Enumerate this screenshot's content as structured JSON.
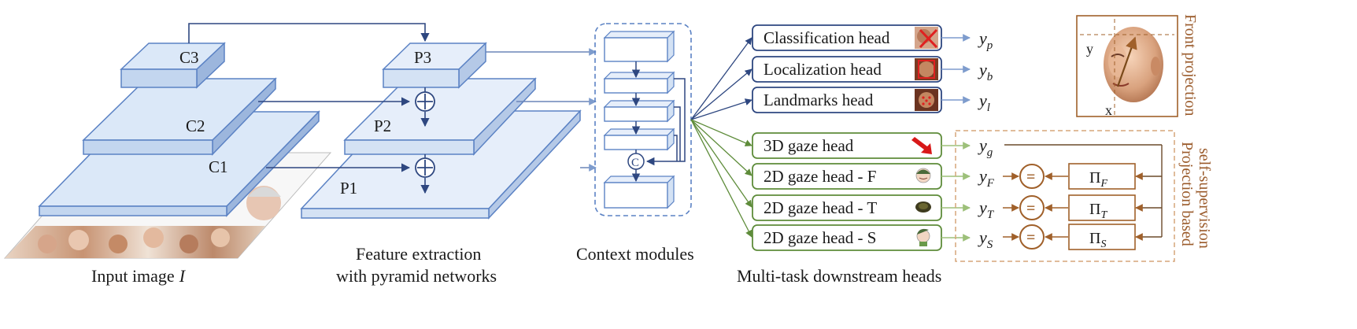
{
  "colors": {
    "blue_fill": "#dbe8f8",
    "blue_stroke": "#5b82c4",
    "blue_dark": "#2e4780",
    "green_stroke": "#5e8c3a",
    "brown_stroke": "#a0602a",
    "beige_dashed": "#d6a57a"
  },
  "backbone": {
    "c_labels": [
      "C1",
      "C2",
      "C3"
    ],
    "p_labels": [
      "P1",
      "P2",
      "P3"
    ]
  },
  "context": {
    "concat_label": "C"
  },
  "captions": {
    "input": "Input image",
    "input_var": "I",
    "feature_line1": "Feature extraction",
    "feature_line2": "with pyramid networks",
    "context": "Context modules",
    "heads": "Multi-task downstream heads"
  },
  "heads": {
    "blue": [
      {
        "label": "Classification head",
        "var": "y",
        "sub": "p"
      },
      {
        "label": "Localization head",
        "var": "y",
        "sub": "b"
      },
      {
        "label": "Landmarks head",
        "var": "y",
        "sub": "l"
      }
    ],
    "green": [
      {
        "label": "3D gaze head",
        "var": "y",
        "sub": "g",
        "icon": "red-arrow-icon"
      },
      {
        "label": "2D gaze head - F",
        "var": "y",
        "sub": "F",
        "icon": "face-front-icon"
      },
      {
        "label": "2D gaze head - T",
        "var": "y",
        "sub": "T",
        "icon": "face-top-icon"
      },
      {
        "label": "2D gaze head - S",
        "var": "y",
        "sub": "S",
        "icon": "face-side-icon"
      }
    ]
  },
  "projections": {
    "equals_symbol": "=",
    "pi_symbol": "Π",
    "subs": [
      "F",
      "T",
      "S"
    ]
  },
  "front_projection": {
    "title": "Front projection",
    "axis_x": "x",
    "axis_y": "y"
  },
  "self_supervision": {
    "line1": "Projection based",
    "line2": "self-supervision"
  }
}
